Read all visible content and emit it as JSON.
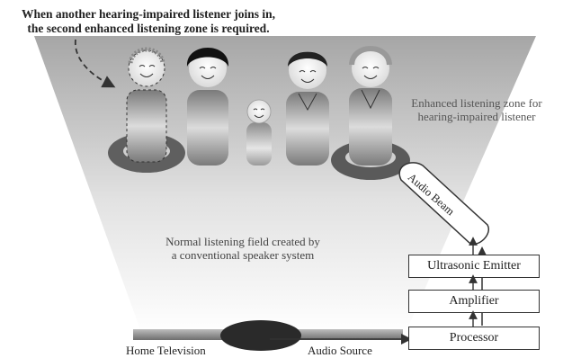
{
  "annotations": {
    "top_note_line1": "When another hearing-impaired listener joins in,",
    "top_note_line2": "the second enhanced listening zone is required.",
    "enhanced_zone_line1": "Enhanced listening zone for",
    "enhanced_zone_line2": "hearing-impaired listener",
    "normal_field_line1": "Normal listening field created by",
    "normal_field_line2": "a conventional speaker system",
    "audio_beam": "Audio Beam"
  },
  "blocks": {
    "ultrasonic_emitter": "Ultrasonic Emitter",
    "amplifier": "Amplifier",
    "processor": "Processor"
  },
  "footer": {
    "home_television": "Home Television",
    "audio_source": "Audio Source"
  },
  "colors": {
    "cone_top": "#a9a9a9",
    "cone_bottom": "#ffffff",
    "zone_ring": "#6e6e6e",
    "body_dark": "#777777",
    "body_light": "#e8e8e8",
    "line": "#333333"
  }
}
